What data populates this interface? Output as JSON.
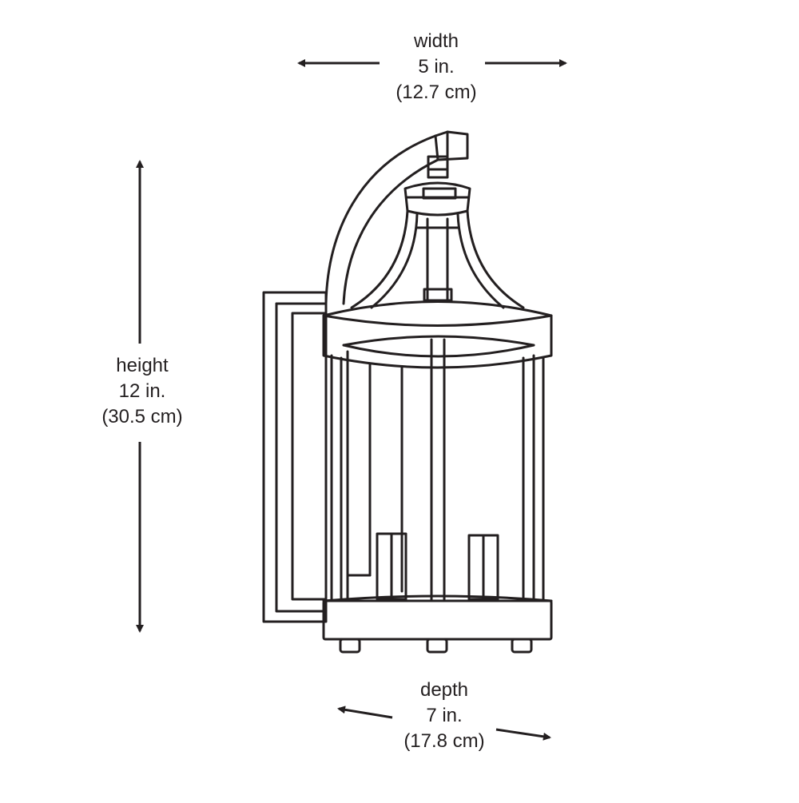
{
  "dimensions": {
    "width": {
      "name": "width",
      "imperial": "5 in.",
      "metric": "(12.7 cm)"
    },
    "height": {
      "name": "height",
      "imperial": "12 in.",
      "metric": "(30.5 cm)"
    },
    "depth": {
      "name": "depth",
      "imperial": "7 in.",
      "metric": "(17.8 cm)"
    }
  },
  "colors": {
    "line": "#231f20",
    "background": "#ffffff"
  }
}
